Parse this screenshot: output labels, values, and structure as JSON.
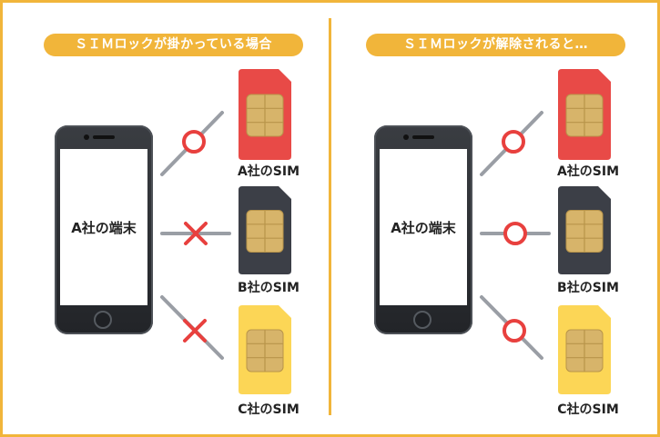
{
  "left_panel": {
    "title": "ＳＩＭロックが掛かっている場合",
    "device_label": "A社の端末",
    "sims": [
      {
        "label": "A社のSIM",
        "color": "#e84a47",
        "status": "compatible"
      },
      {
        "label": "B社のSIM",
        "color": "#3c3f47",
        "status": "incompatible"
      },
      {
        "label": "C社のSIM",
        "color": "#fcd656",
        "status": "incompatible"
      }
    ]
  },
  "right_panel": {
    "title": "ＳＩＭロックが解除されると…",
    "device_label": "A社の端末",
    "sims": [
      {
        "label": "A社のSIM",
        "color": "#e84a47",
        "status": "compatible"
      },
      {
        "label": "B社のSIM",
        "color": "#3c3f47",
        "status": "compatible"
      },
      {
        "label": "C社のSIM",
        "color": "#fcd656",
        "status": "compatible"
      }
    ]
  },
  "colors": {
    "frame": "#f1b53a",
    "circle_mark": "#e8403e",
    "cross_mark": "#e8403e",
    "connector": "#9a9ea5",
    "chip": "#d7b46a"
  }
}
